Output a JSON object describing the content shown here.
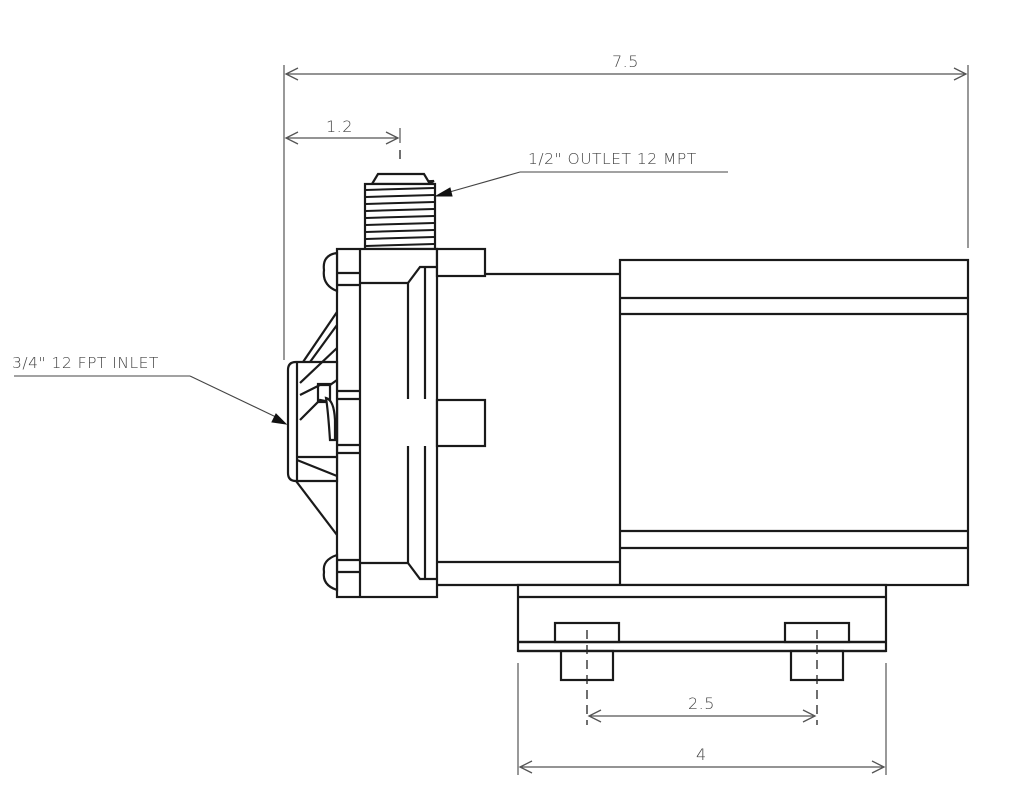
{
  "drawing": {
    "subject": "Pump side-view dimension drawing",
    "dimensions": {
      "overall_length": "7.5",
      "outlet_offset": "1.2",
      "mount_hole_spacing": "2.5",
      "base_width": "4"
    },
    "callouts": {
      "outlet": "1/2\" OUTLET 12 MPT",
      "inlet": "3/4\" 12 FPT INLET"
    },
    "colors": {
      "line": "#1a1a1a",
      "dimension": "#555555",
      "text": "#444444",
      "background": "#ffffff"
    }
  }
}
